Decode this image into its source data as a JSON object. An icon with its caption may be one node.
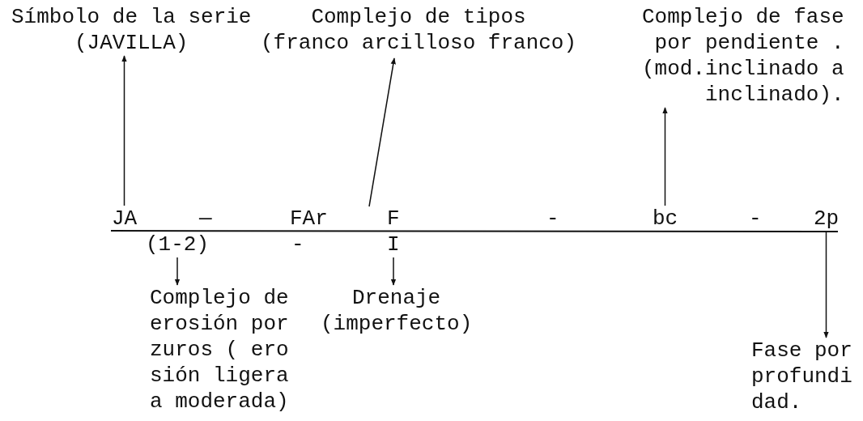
{
  "diagram": {
    "nodes": [
      {
        "text": [
          "Símbolo de la serie",
          "(JAVILLA)"
        ]
      },
      {
        "text": [
          "Complejo de tipos",
          "(franco arcilloso franco)"
        ]
      },
      {
        "text": [
          "Complejo de fase por pendiente .",
          "(mod.inclinado a inclinado)."
        ]
      },
      {
        "text": [
          "JA"
        ]
      },
      {
        "text": [
          "FAr"
        ]
      },
      {
        "text": [
          "F"
        ]
      },
      {
        "text": [
          "bc"
        ]
      },
      {
        "text": [
          "2p"
        ]
      },
      {
        "text": [
          "(1-2)"
        ]
      },
      {
        "text": [
          "I"
        ]
      },
      {
        "text": [
          "Complejo de erosión por zuros ( ero sión ligera a moderada)"
        ]
      },
      {
        "text": [
          "Drenaje",
          "(imperfecto)"
        ]
      },
      {
        "text": [
          "Fase por profundi dad."
        ]
      }
    ],
    "edges": [
      {
        "from": 3,
        "to": 0,
        "arrow": "to"
      },
      {
        "from": null,
        "to": 1,
        "arrow": "to"
      },
      {
        "from": 6,
        "to": 2,
        "arrow": "to"
      },
      {
        "from": 8,
        "to": 10,
        "arrow": "to"
      },
      {
        "from": 9,
        "to": 11,
        "arrow": "to"
      },
      {
        "from": 7,
        "to": 12,
        "arrow": "to"
      }
    ],
    "labels": [
      "—",
      "-",
      "-",
      "-"
    ]
  }
}
